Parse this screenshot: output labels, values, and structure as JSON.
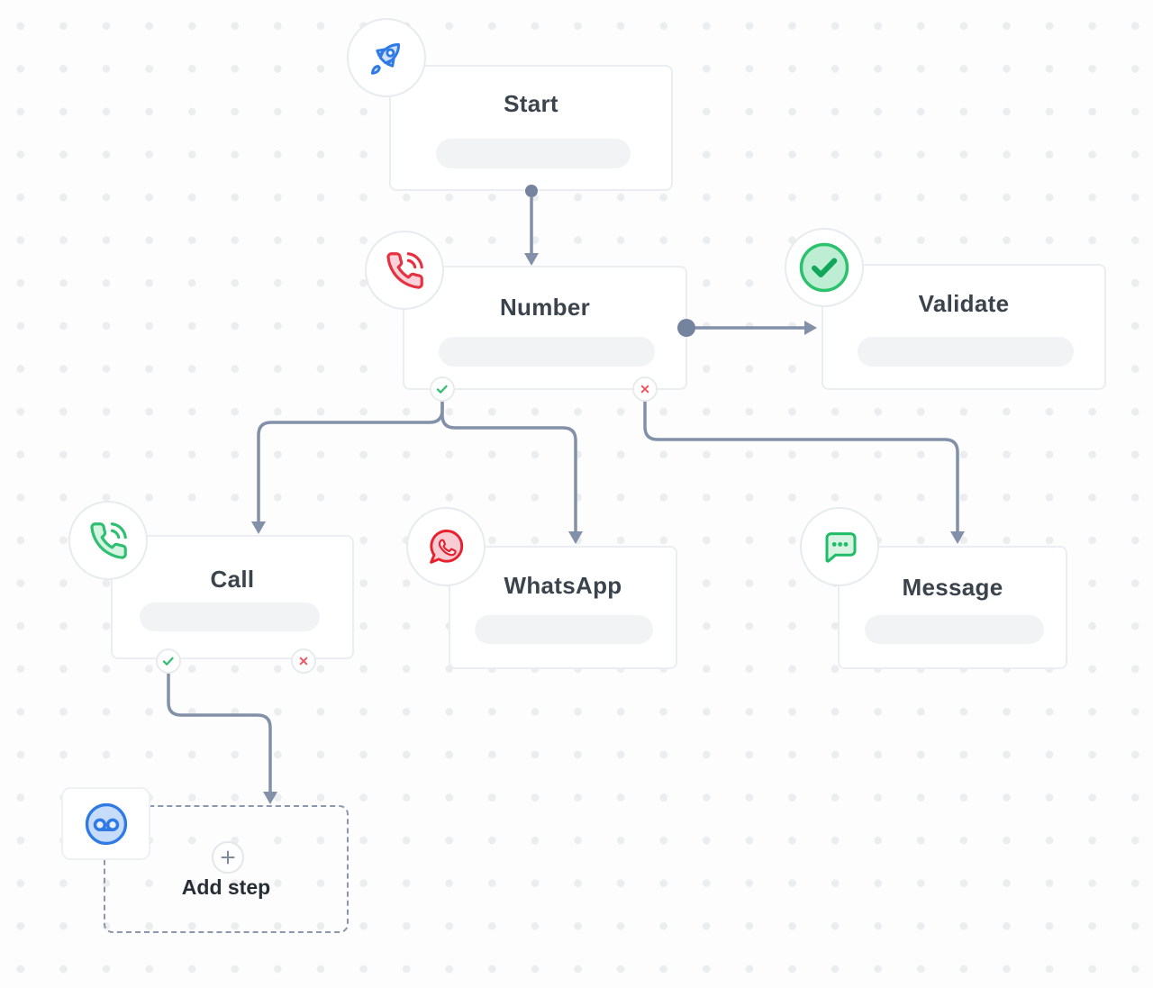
{
  "flow": {
    "nodes": {
      "start": {
        "label": "Start",
        "icon": "rocket-icon"
      },
      "number": {
        "label": "Number",
        "icon": "phone-icon"
      },
      "validate": {
        "label": "Validate",
        "icon": "check-circle-icon"
      },
      "call": {
        "label": "Call",
        "icon": "phone-icon"
      },
      "whatsapp": {
        "label": "WhatsApp",
        "icon": "whatsapp-icon"
      },
      "message": {
        "label": "Message",
        "icon": "chat-dots-icon"
      },
      "add_step": {
        "label": "Add step",
        "icon": "plus-icon",
        "attachment_icon": "voicemail-icon"
      }
    },
    "ports": {
      "success": "check",
      "failure": "cross"
    },
    "colors": {
      "blue": "#2f7ae5",
      "blue_fill": "#cfe0fa",
      "red": "#e63140",
      "red_fill": "#f9d3d9",
      "green": "#2fbf71",
      "green_fill": "#d6f4e2",
      "connector": "#8290a9",
      "card_border": "#eaeef2",
      "placeholder_bar": "#f2f3f5",
      "title_text": "#3b434d"
    }
  }
}
